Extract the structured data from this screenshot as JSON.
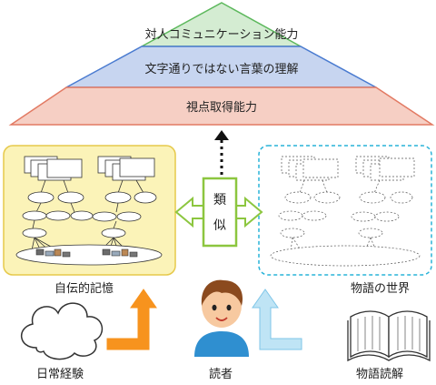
{
  "pyramid": {
    "top": "対人コミュニケーション能力",
    "middle": "文字通りではない言葉の理解",
    "bottom": "視点取得能力",
    "colors": {
      "top": "#d4ecd2",
      "middle": "#c7d5f0",
      "bottom": "#f6cfc4"
    }
  },
  "memory_panels": {
    "left_label": "自伝的記憶",
    "right_label": "物語の世界",
    "left_color": "#fbf3b8",
    "right_border_color": "#29b3d9"
  },
  "similarity": {
    "char1": "類",
    "char2": "似",
    "color": "#8cc63f"
  },
  "bottom_row": {
    "daily": "日常経験",
    "reader": "読者",
    "story": "物語読解",
    "arrow_left_color": "#f7931e",
    "arrow_right_color": "#bfe4f5"
  }
}
